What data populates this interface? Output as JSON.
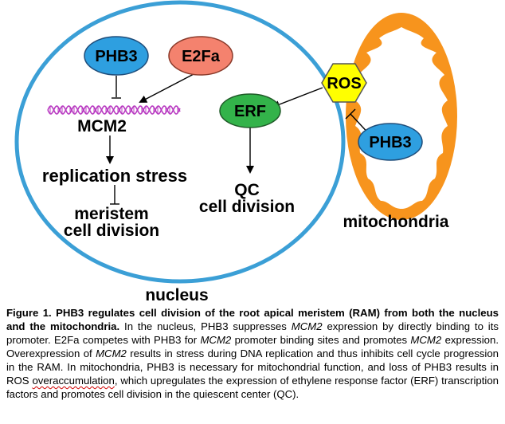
{
  "nodes": {
    "phb3_nucleus": "PHB3",
    "e2fa": "E2Fa",
    "mcm2": "MCM2",
    "replication_stress": "replication stress",
    "meristem_line1": "meristem",
    "meristem_line2": "cell division",
    "erf": "ERF",
    "ros": "ROS",
    "qc_line1": "QC",
    "qc_line2": "cell division",
    "phb3_mito": "PHB3",
    "nucleus": "nucleus",
    "mitochondria": "mitochondria"
  },
  "colors": {
    "nucleus_border": "#3b9fd6",
    "phb3_fill": "#2e9fe0",
    "e2fa_fill": "#f4826e",
    "erf_fill": "#33b34a",
    "ros_fill": "#ffff00",
    "mitochondria": "#f7941d",
    "dna": "#b93cc2"
  },
  "caption": {
    "figure_label": "Figure 1.",
    "title": "PHB3 regulates cell division of the root apical meristem (RAM) from both the nucleus and the mitochondria.",
    "t1": "In the nucleus, PHB3 suppresses",
    "i1": "MCM2",
    "t2": "expression by directly binding to its promoter. E2Fa competes with PHB3 for",
    "i2": "MCM2",
    "t3": "promoter binding sites and promotes",
    "i3": "MCM2",
    "t4": "expression. Overexpression of",
    "i4": "MCM2",
    "t5": "results in stress during DNA replication and thus inhibits cell cycle progression in the RAM. In mitochondria, PHB3 is necessary for mitochondrial function, and loss of PHB3 results in ROS",
    "squiggle": "overaccumulation",
    "t6": ", which upregulates the expression of ethylene response factor (ERF) transcription factors and promotes cell division in the quiescent center (QC)."
  }
}
